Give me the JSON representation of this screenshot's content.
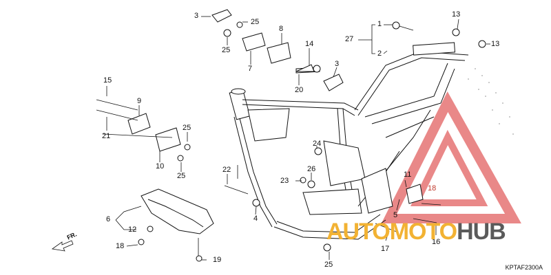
{
  "diagram": {
    "code": "KPTAF2300A",
    "direction_label": "FR.",
    "watermark": {
      "part1": "AUTOMOTO",
      "part2": "HUB"
    },
    "colors": {
      "line": "#111111",
      "red_highlight": "#c0392b",
      "watermark_orange": "#f2b233",
      "watermark_gray": "#5a5a5a"
    },
    "callouts": [
      {
        "id": "c1",
        "label": "1"
      },
      {
        "id": "c2",
        "label": "2"
      },
      {
        "id": "c3a",
        "label": "3"
      },
      {
        "id": "c3b",
        "label": "3"
      },
      {
        "id": "c4",
        "label": "4"
      },
      {
        "id": "c5",
        "label": "5"
      },
      {
        "id": "c6",
        "label": "6"
      },
      {
        "id": "c7",
        "label": "7"
      },
      {
        "id": "c8",
        "label": "8"
      },
      {
        "id": "c9",
        "label": "9"
      },
      {
        "id": "c10",
        "label": "10"
      },
      {
        "id": "c11",
        "label": "11"
      },
      {
        "id": "c12",
        "label": "12"
      },
      {
        "id": "c13a",
        "label": "13"
      },
      {
        "id": "c13b",
        "label": "13"
      },
      {
        "id": "c14",
        "label": "14"
      },
      {
        "id": "c15",
        "label": "15"
      },
      {
        "id": "c16",
        "label": "16"
      },
      {
        "id": "c17",
        "label": "17"
      },
      {
        "id": "c18a",
        "label": "18"
      },
      {
        "id": "c18b",
        "label": "18"
      },
      {
        "id": "c19",
        "label": "19"
      },
      {
        "id": "c20",
        "label": "20"
      },
      {
        "id": "c21",
        "label": "21"
      },
      {
        "id": "c22",
        "label": "22"
      },
      {
        "id": "c23",
        "label": "23"
      },
      {
        "id": "c24",
        "label": "24"
      },
      {
        "id": "c25a",
        "label": "25"
      },
      {
        "id": "c25b",
        "label": "25"
      },
      {
        "id": "c25c",
        "label": "25"
      },
      {
        "id": "c25d",
        "label": "25"
      },
      {
        "id": "c25e",
        "label": "25"
      },
      {
        "id": "c26",
        "label": "26"
      },
      {
        "id": "c27",
        "label": "27"
      }
    ]
  }
}
